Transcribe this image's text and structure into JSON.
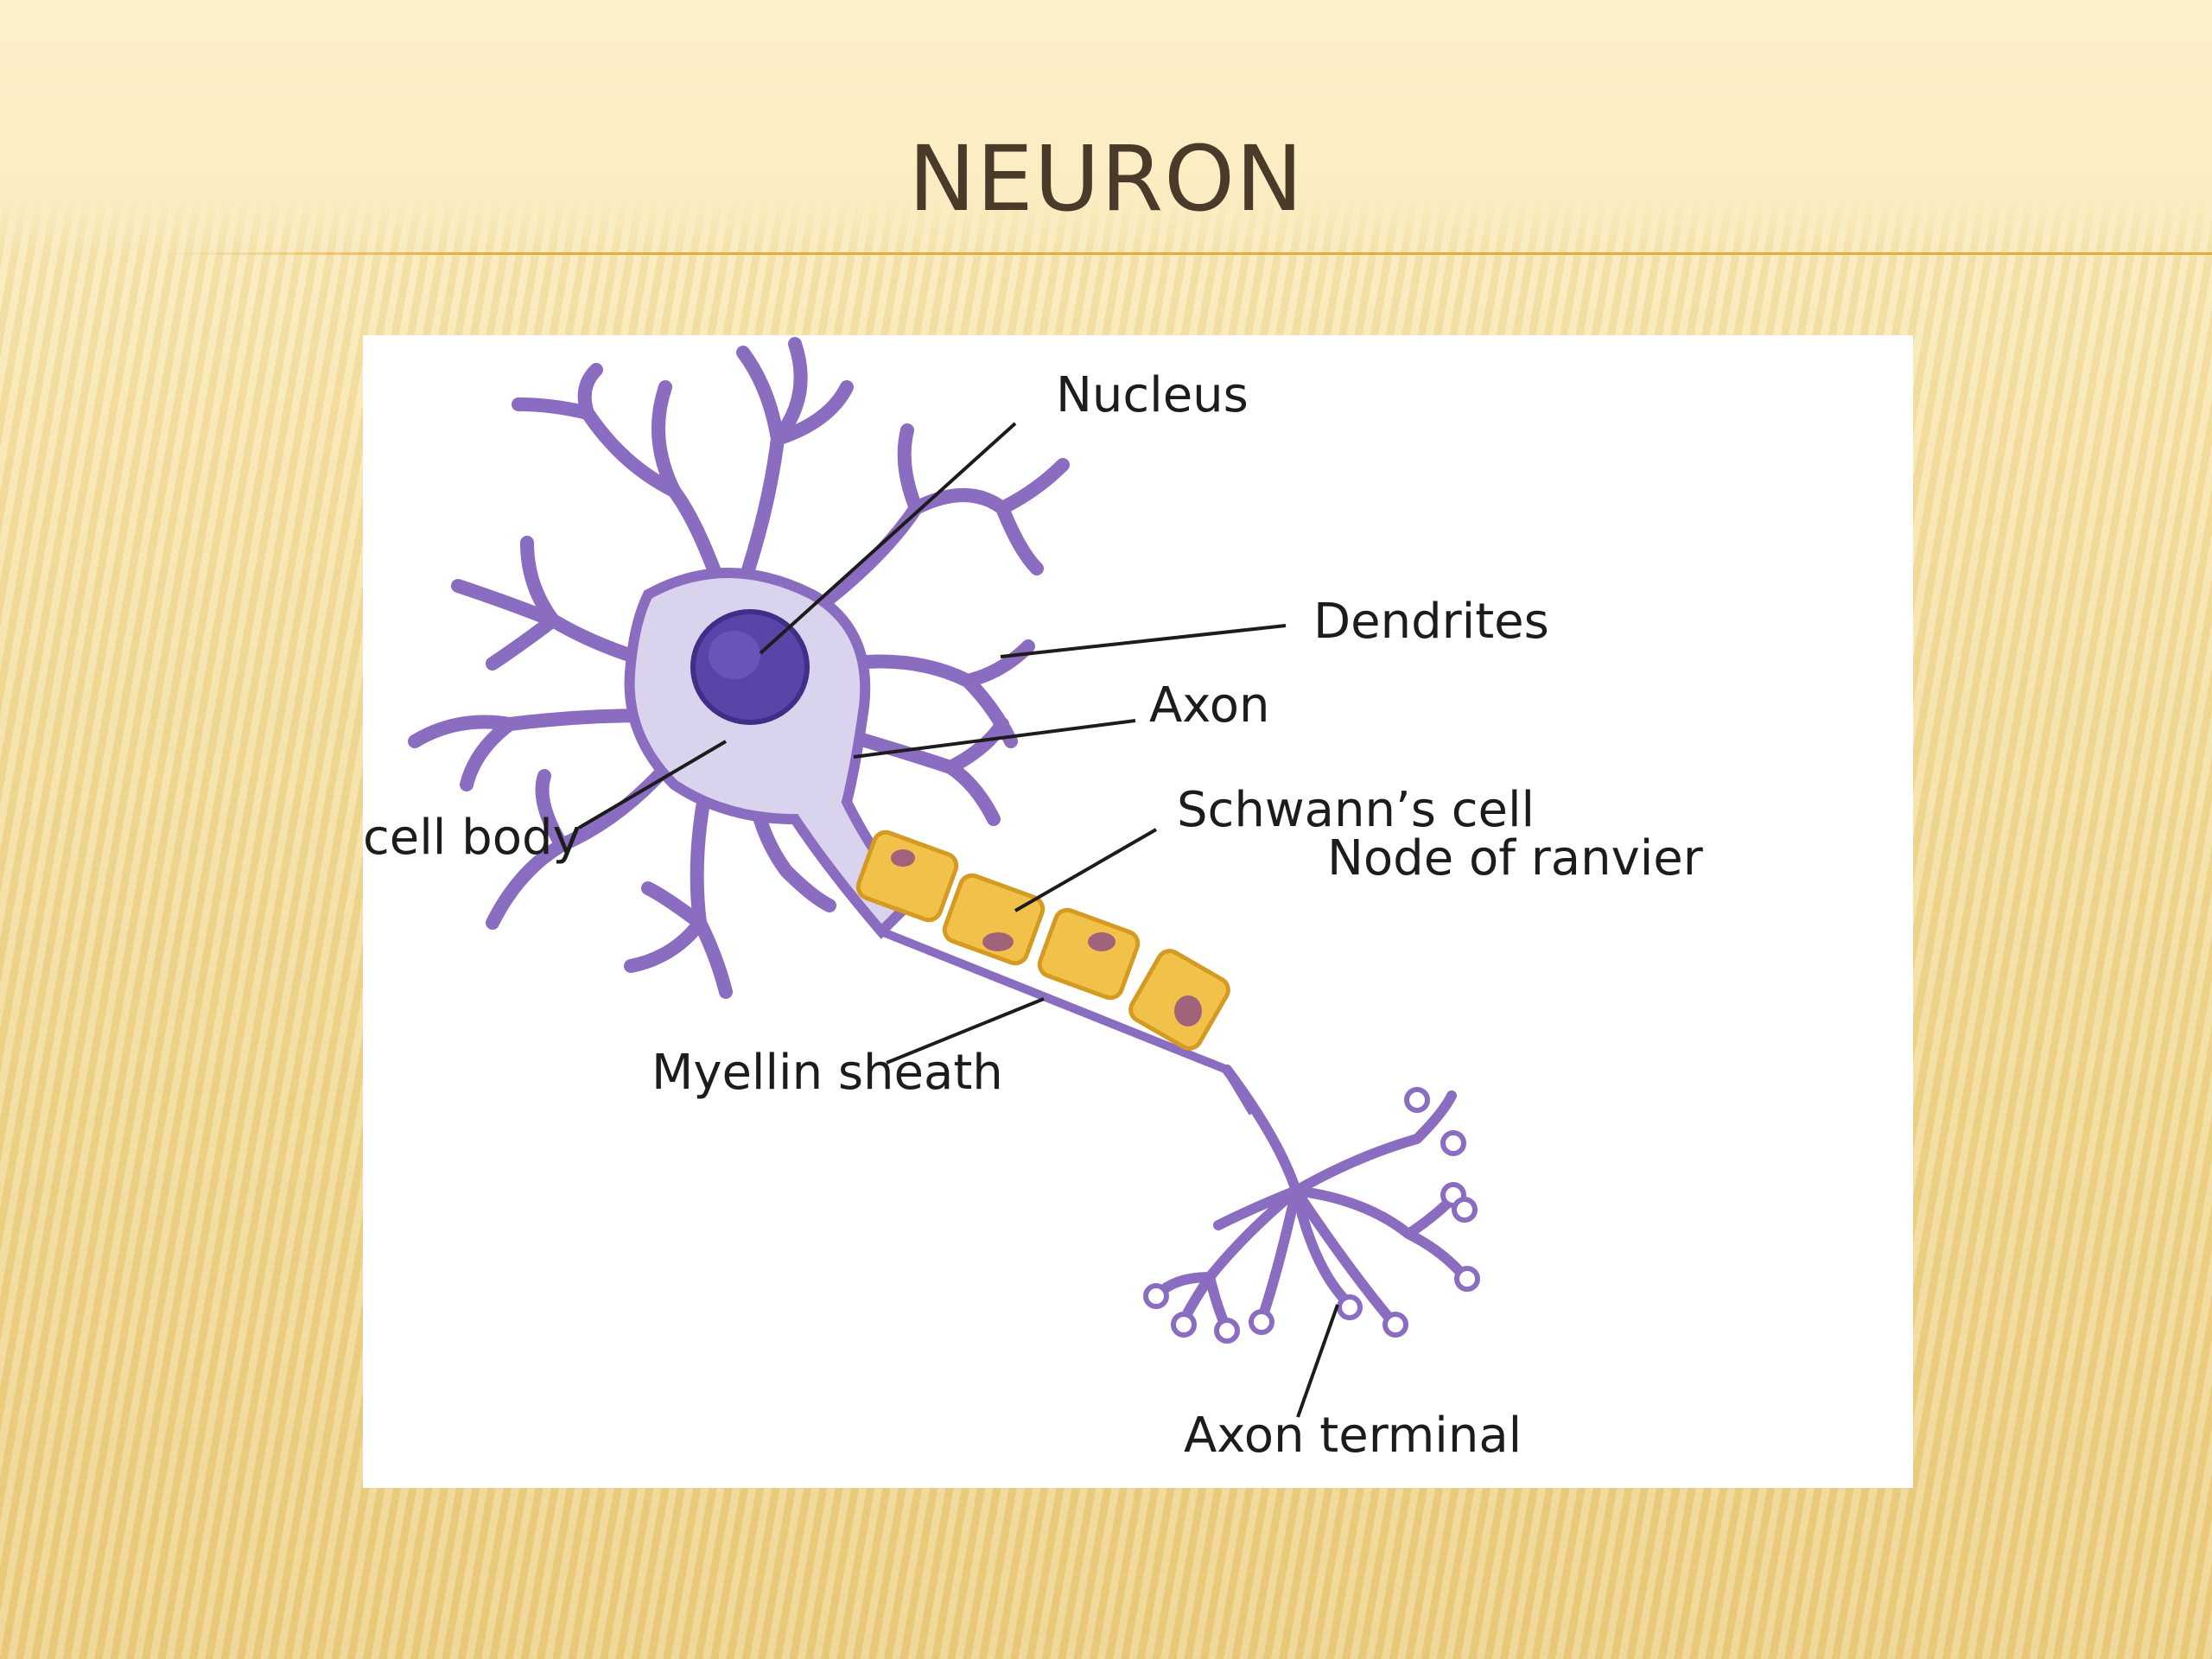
{
  "slide": {
    "title": "Neuron"
  },
  "diagram": {
    "labels": {
      "nucleus": "Nucleus",
      "dendrites": "Dendrites",
      "axon": "Axon",
      "schwann_cell": "Schwann’s cell",
      "node_of_ranvier": "Node of ranvier",
      "cell_body": "cell body",
      "myelin_sheath": "Myellin sheath",
      "axon_terminal": "Axon terminal"
    },
    "colors": {
      "neuron_fill": "#d9d3ee",
      "neuron_outline": "#8a6cc0",
      "nucleus": "#5a44a8",
      "sheath": "#f2c14a",
      "sheath_nucleus": "#a0637a",
      "accent_rule": "#e8a93e",
      "title_text": "#4a3a2a"
    }
  }
}
